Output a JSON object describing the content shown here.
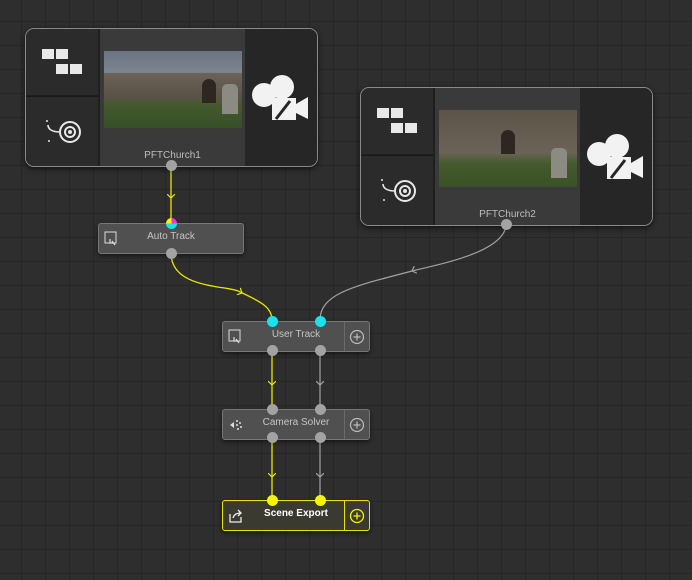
{
  "colors": {
    "canvas_bg": "#2e2e2e",
    "grid_line": "#262626",
    "wire_primary": "#e6e600",
    "wire_secondary": "#a3a3a3",
    "port_default": "#a3a3a3",
    "port_cyan": "#19e1f0",
    "port_yellow": "#f5f500",
    "selected_border": "#e6e600"
  },
  "clips": [
    {
      "name": "PFTChurch1",
      "icons": [
        "grid-squares-icon",
        "movie-camera-icon",
        "clip-lens-icon"
      ]
    },
    {
      "name": "PFTChurch2",
      "icons": [
        "grid-squares-icon",
        "movie-camera-icon",
        "clip-lens-icon"
      ]
    }
  ],
  "nodes": {
    "auto_track": {
      "label": "Auto Track",
      "icon": "auto-track-icon"
    },
    "user_track": {
      "label": "User Track",
      "icon": "user-track-icon",
      "action_icon": "add-circle-icon"
    },
    "camera_solver": {
      "label": "Camera Solver",
      "icon": "camera-solver-icon",
      "action_icon": "add-circle-icon"
    },
    "scene_export": {
      "label": "Scene Export",
      "icon": "scene-export-icon",
      "action_icon": "add-circle-icon",
      "selected": true
    }
  }
}
